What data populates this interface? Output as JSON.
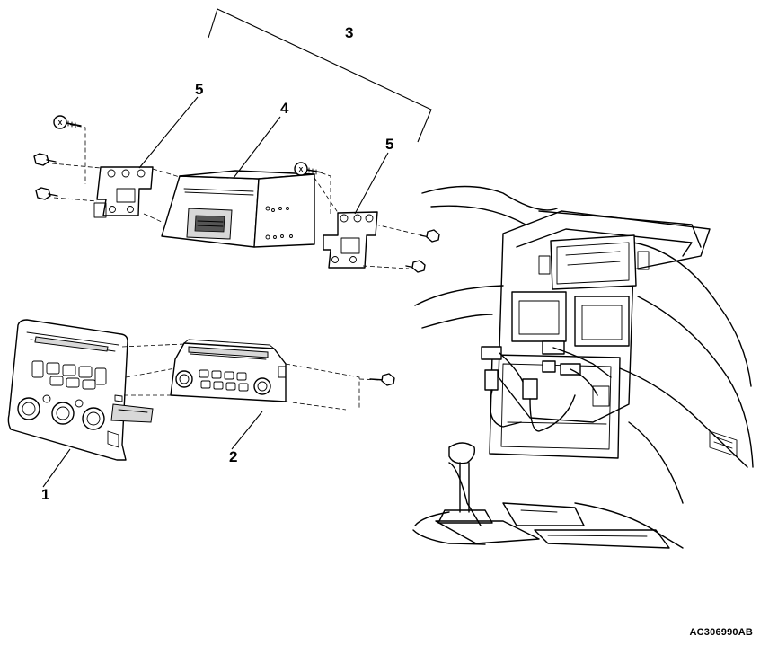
{
  "figure_code": "AC306990AB",
  "callouts": {
    "c1": "1",
    "c2": "2",
    "c3": "3",
    "c4": "4",
    "c5a": "5",
    "c5b": "5"
  },
  "fastener_mark": "X",
  "icons": {
    "screw": "screw-icon",
    "bolt": "bolt-icon"
  }
}
